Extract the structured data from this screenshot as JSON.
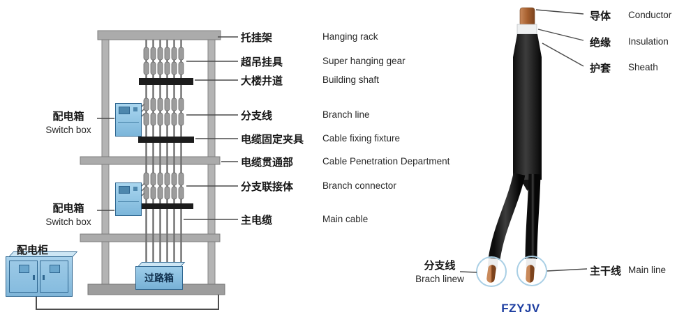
{
  "left": {
    "callouts": [
      {
        "cn": "托挂架",
        "en": "Hanging rack"
      },
      {
        "cn": "超吊挂具",
        "en": "Super hanging gear"
      },
      {
        "cn": "大楼井道",
        "en": "Building shaft"
      },
      {
        "cn": "分支线",
        "en": "Branch line"
      },
      {
        "cn": "电缆固定夹具",
        "en": "Cable fixing fixture"
      },
      {
        "cn": "电缆贯通部",
        "en": "Cable Penetration Department"
      },
      {
        "cn": "分支联接体",
        "en": "Branch connector"
      },
      {
        "cn": "主电缆",
        "en": "Main cable"
      }
    ],
    "switch_box_upper": {
      "cn": "配电箱",
      "en": "Switch box"
    },
    "switch_box_lower": {
      "cn": "配电箱",
      "en": "Switch box"
    },
    "distribution_cabinet_label": "配电柜",
    "passing_box_label": "过路箱"
  },
  "right": {
    "callouts": [
      {
        "cn": "导体",
        "en": "Conductor"
      },
      {
        "cn": "绝缘",
        "en": "Insulation"
      },
      {
        "cn": "护套",
        "en": "Sheath"
      }
    ],
    "branch_label": {
      "cn": "分支线",
      "en": "Brach linew"
    },
    "main_label": {
      "cn": "主干线",
      "en": "Main line"
    },
    "model": "FZYJV"
  },
  "colors": {
    "panel_blue": "#8ec7e8",
    "panel_border": "#2e6690",
    "structure_gray": "#ababab",
    "fixture_black": "#1c1c1c",
    "copper": "#a7602f",
    "sheath_black": "#171717",
    "model_text_blue": "#1c3da0"
  }
}
